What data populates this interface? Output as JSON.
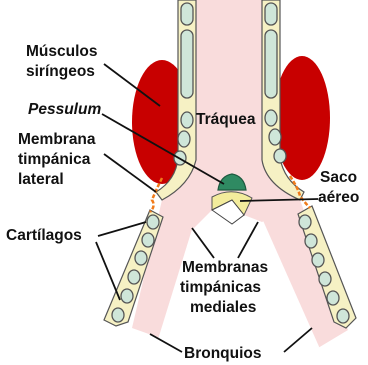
{
  "labels": {
    "musculos_line1": "Músculos",
    "musculos_line2": "siríngeos",
    "pessulum": "Pessulum",
    "membrana_lat_line1": "Membrana",
    "membrana_lat_line2": "timpánica",
    "membrana_lat_line3": "lateral",
    "traquea": "Tráquea",
    "saco_line1": "Saco",
    "saco_line2": "aéreo",
    "cartilagos": "Cartílagos",
    "membranas_med_line1": "Membranas",
    "membranas_med_line2": "timpánicas",
    "membranas_med_line3": "mediales",
    "bronquios": "Bronquios"
  },
  "colors": {
    "muscle": "#c80000",
    "airway": "#f9dcdc",
    "wall": "#f6f1c4",
    "cartilage": "#cfe6d9",
    "pessulum": "#2f8a62",
    "air_sac": "#f3ec9c",
    "membrane": "#f07b1a"
  }
}
